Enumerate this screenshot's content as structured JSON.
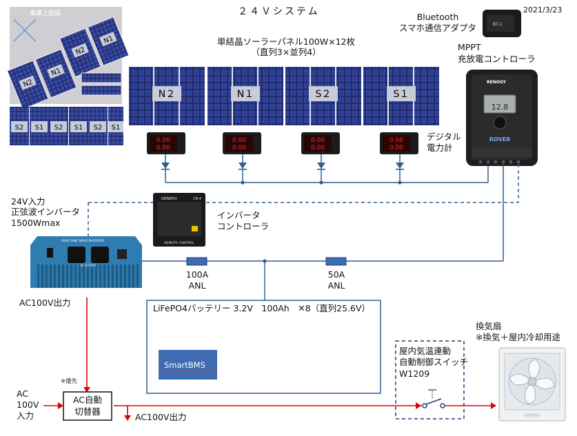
{
  "title": "２４Ｖシステム",
  "date": "2021/3/23",
  "roof_view_label": "車庫上面図",
  "roof_panels_top": [
    "N2",
    "N1",
    "N2",
    "N1"
  ],
  "roof_panels_bottom": [
    "S2",
    "S1",
    "S2",
    "S1",
    "S2",
    "S1"
  ],
  "panel_spec_line1": "単結晶ソーラーパネル100W×12枚",
  "panel_spec_line2": "（直列3×並列4）",
  "panel_groups": [
    "N２",
    "N１",
    "S２",
    "S１"
  ],
  "meter_digits": "0.00",
  "meter_label_line1": "デジタル",
  "meter_label_line2": "電力計",
  "bluetooth_line1": "Bluetooth",
  "bluetooth_line2": "スマホ通信アダプタ",
  "bt_device_text": "BT-1",
  "mppt_line1": "MPPT",
  "mppt_line2": "充放電コントローラ",
  "controller_brand": "RENOGY",
  "controller_model": "ROVER",
  "controller_display": "12.8",
  "inverter_label_line1": "24V入力",
  "inverter_label_line2": "正弦波インバータ",
  "inverter_label_line3": "1500Wmax",
  "inverter_panel_text": "PURE SINE WAVE INVERTER",
  "inverter_output_text": "AC OUTPUT",
  "remote_brand": "DENRYO",
  "remote_model": "CR-4",
  "remote_footer": "REMOTE CONTROL",
  "remote_label_line1": "インバータ",
  "remote_label_line2": "コントローラ",
  "fuse1_line1": "100A",
  "fuse1_line2": "ANL",
  "fuse2_line1": "50A",
  "fuse2_line2": "ANL",
  "battery_label": "LiFePO4バッテリー 3.2V　100Ah　✕8（直列25.6V）",
  "bms_label": "SmartBMS",
  "ac_out_label_1": "AC100V出力",
  "ac_in_line1": "AC",
  "ac_in_line2": "100V",
  "ac_in_line3": "入力",
  "priority_note": "※優先",
  "switcher_line1": "AC自動",
  "switcher_line2": "切替器",
  "ac_out_label_2": "AC100V出力",
  "thermo_line1": "屋内気温連動",
  "thermo_line2": "自動制御スイッチ",
  "thermo_line3": "W1209",
  "fan_line1": "換気扇",
  "fan_line2": "※換気＋屋内冷却用途",
  "colors": {
    "ac_line": "#e00000",
    "dc_line": "#2f5f8f",
    "panel_dark": "#1e2a6e",
    "panel_cell": "#2c3c8c",
    "label_bg": "#c8ccd8",
    "bms_fill": "#3f6bb3",
    "meter_red": "#ff2a2a",
    "inverter_blue": "#2f7db0"
  }
}
